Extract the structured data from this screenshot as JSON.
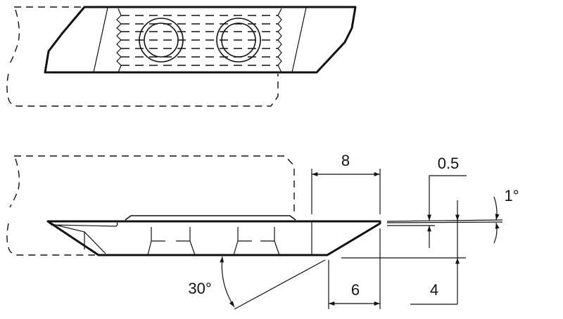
{
  "dimensions": {
    "width_top": "8",
    "width_bottom": "6",
    "height": "4",
    "offset": "0.5",
    "angle_small": "1°",
    "angle_chamfer": "30°"
  }
}
